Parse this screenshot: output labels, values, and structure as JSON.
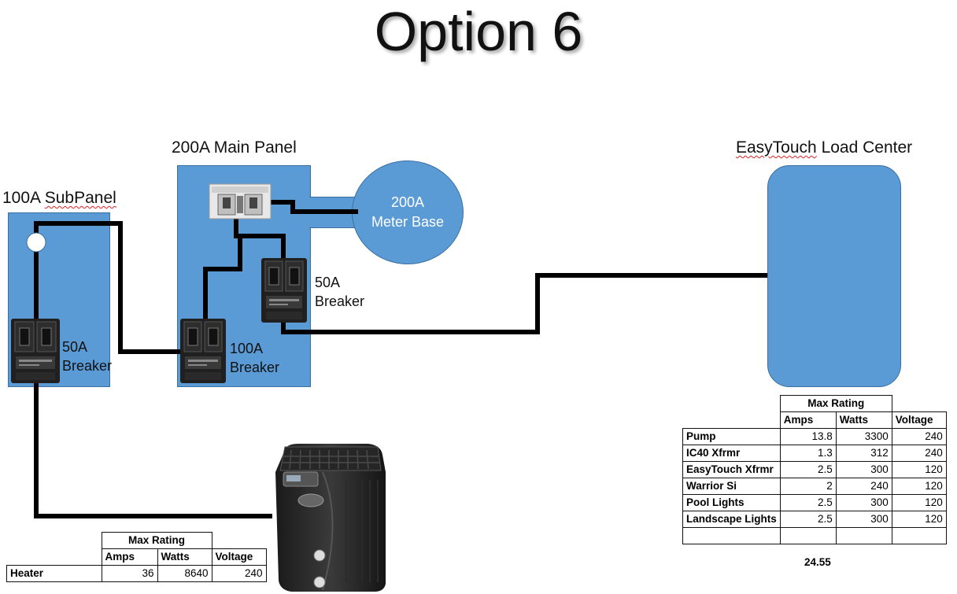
{
  "title": "Option 6",
  "subpanel": {
    "label_main": "100A ",
    "label_squig": "SubPanel",
    "breaker_line1": "50A",
    "breaker_line2": "Breaker"
  },
  "main_panel": {
    "label": "200A Main Panel",
    "breaker_100_line1": "100A",
    "breaker_100_line2": "Breaker",
    "breaker_50_line1": "50A",
    "breaker_50_line2": "Breaker"
  },
  "meter_base": {
    "line1": "200A",
    "line2": "Meter Base"
  },
  "easytouch": {
    "label_squig": "EasyTouch",
    "label_rest": " Load Center"
  },
  "colors": {
    "panel": "#5b9bd5",
    "wire": "#000000"
  },
  "load_table": {
    "header_group": "Max Rating",
    "columns": [
      "Amps",
      "Watts",
      "Voltage"
    ],
    "rows": [
      {
        "name": "Pump",
        "amps": "13.8",
        "watts": "3300",
        "voltage": "240"
      },
      {
        "name": "IC40 Xfrmr",
        "amps": "1.3",
        "watts": "312",
        "voltage": "240"
      },
      {
        "name": "EasyTouch Xfrmr",
        "amps": "2.5",
        "watts": "300",
        "voltage": "120"
      },
      {
        "name": "Warrior Si",
        "amps": "2",
        "watts": "240",
        "voltage": "120"
      },
      {
        "name": "Pool Lights",
        "amps": "2.5",
        "watts": "300",
        "voltage": "120"
      },
      {
        "name": "Landscape Lights",
        "amps": "2.5",
        "watts": "300",
        "voltage": "120"
      }
    ],
    "total": "24.55"
  },
  "heater_table": {
    "header_group": "Max Rating",
    "columns": [
      "Amps",
      "Watts",
      "Voltage"
    ],
    "rows": [
      {
        "name": "Heater",
        "amps": "36",
        "watts": "8640",
        "voltage": "240"
      }
    ]
  }
}
